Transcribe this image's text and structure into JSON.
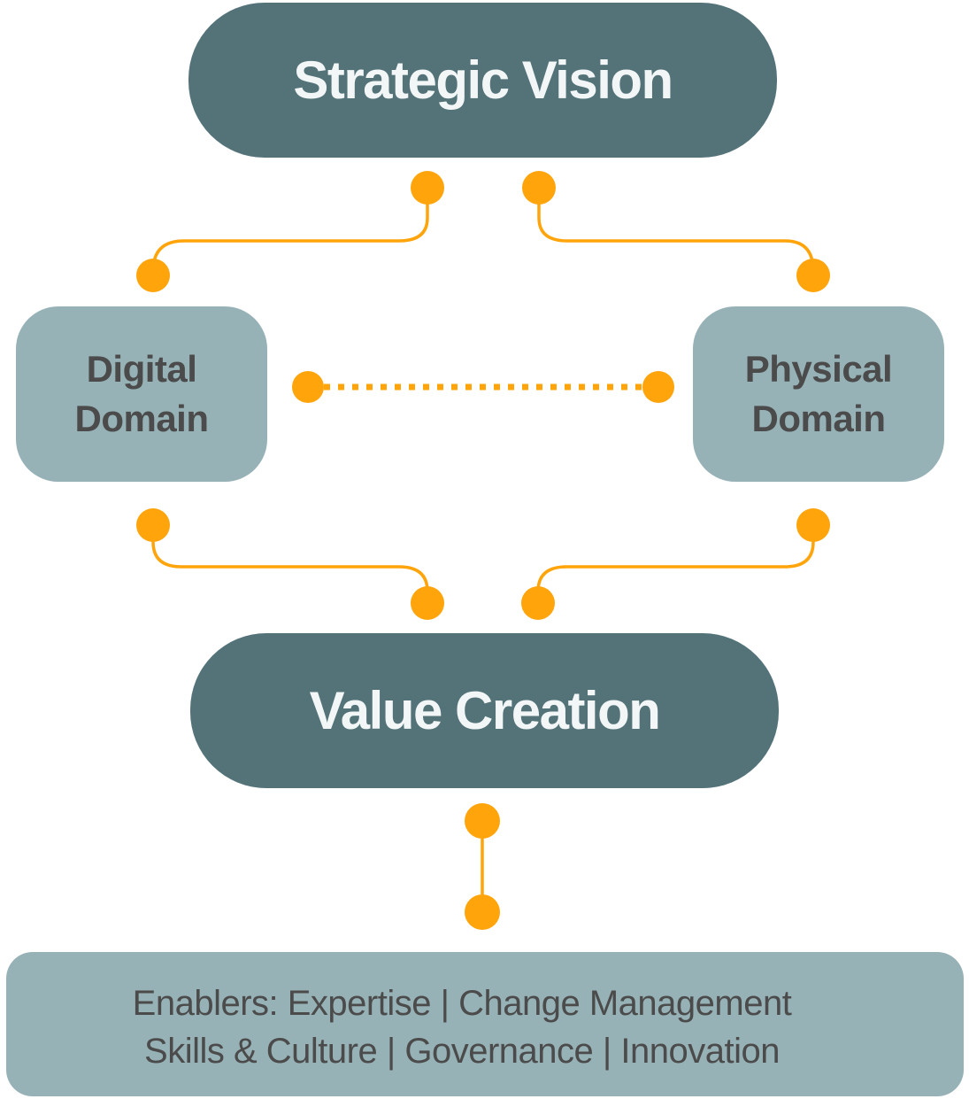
{
  "diagram": {
    "nodes": {
      "strategic_vision": {
        "label": "Strategic Vision"
      },
      "digital_domain": {
        "line1": "Digital",
        "line2": "Domain"
      },
      "physical_domain": {
        "line1": "Physical",
        "line2": "Domain"
      },
      "value_creation": {
        "label": "Value Creation"
      },
      "enablers": {
        "line1": "Enablers: Expertise | Change Management",
        "line2": "Skills & Culture | Governance | Innovation"
      }
    },
    "connectors": [
      {
        "from": "strategic-vision",
        "to": "digital-domain",
        "style": "curved-solid-with-endpoint-dots"
      },
      {
        "from": "strategic-vision",
        "to": "physical-domain",
        "style": "curved-solid-with-endpoint-dots"
      },
      {
        "from": "digital-domain",
        "to": "physical-domain",
        "style": "dotted-with-endpoint-dots"
      },
      {
        "from": "digital-domain",
        "to": "value-creation",
        "style": "curved-solid-with-endpoint-dots"
      },
      {
        "from": "physical-domain",
        "to": "value-creation",
        "style": "curved-solid-with-endpoint-dots"
      },
      {
        "from": "value-creation",
        "to": "enablers",
        "style": "straight-solid-with-endpoint-dots"
      }
    ]
  },
  "colors": {
    "node_dark": "#537379",
    "node_light": "#97B2B6",
    "accent_orange": "#FFA40B",
    "dark_text": "#4B4B4B",
    "light_text": "#F2F6F6",
    "background": "#FFFFFF"
  }
}
